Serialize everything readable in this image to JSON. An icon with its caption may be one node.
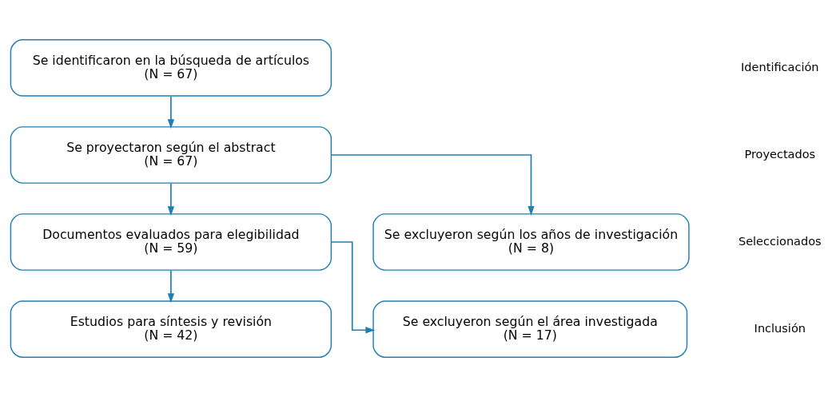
{
  "diagram": {
    "nodes": [
      {
        "text": [
          "Se identificaron en la búsqueda de artículos",
          "(N = 67)"
        ]
      },
      {
        "text": [
          "Se proyectaron según el abstract",
          "(N = 67)"
        ]
      },
      {
        "text": [
          "Documentos evaluados para elegibilidad",
          "(N = 59)"
        ]
      },
      {
        "text": [
          "Estudios para síntesis y revisión",
          "(N = 42)"
        ]
      },
      {
        "text": [
          "Se excluyeron según los años de investigación",
          "(N = 8)"
        ]
      },
      {
        "text": [
          "Se excluyeron según el área investigada",
          "(N = 17)"
        ]
      }
    ],
    "edges": [
      {
        "from": 0,
        "to": 1,
        "arrow": "to"
      },
      {
        "from": 1,
        "to": 2,
        "arrow": "to"
      },
      {
        "from": 1,
        "to": 4,
        "arrow": "to"
      },
      {
        "from": 2,
        "to": 3,
        "arrow": "to"
      },
      {
        "from": 2,
        "to": 5,
        "arrow": "to"
      }
    ],
    "labels": [
      "Identificación",
      "Proyectados",
      "Seleccionados",
      "Inclusión"
    ]
  }
}
